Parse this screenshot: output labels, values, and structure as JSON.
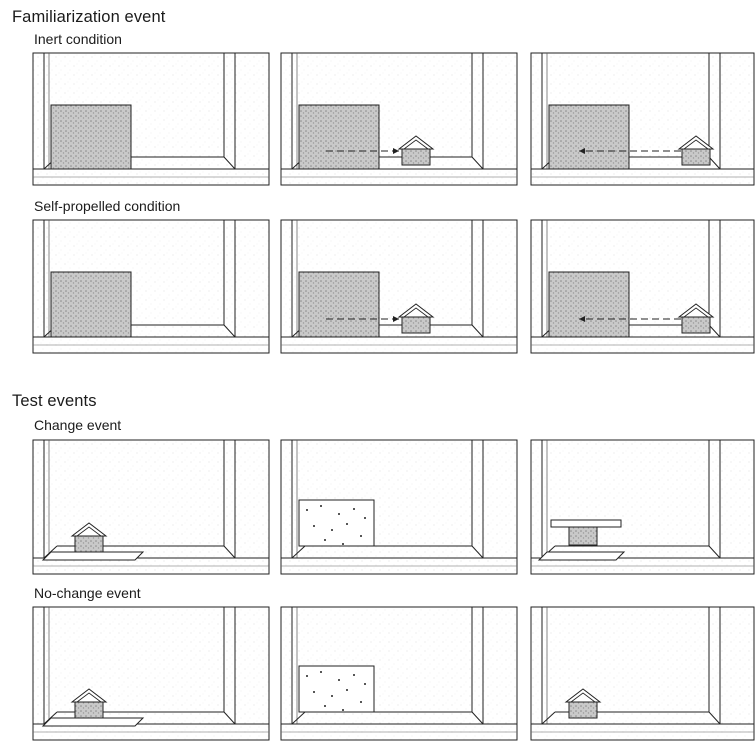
{
  "sections": [
    {
      "title": "Familiarization event",
      "rows": [
        {
          "label": "Inert condition"
        },
        {
          "label": "Self-propelled condition"
        }
      ]
    },
    {
      "title": "Test events",
      "rows": [
        {
          "label": "Change event"
        },
        {
          "label": "No-change event"
        }
      ]
    }
  ],
  "colors": {
    "line": "#222222",
    "stipple": "#9a9a9a",
    "background": "#ffffff"
  }
}
